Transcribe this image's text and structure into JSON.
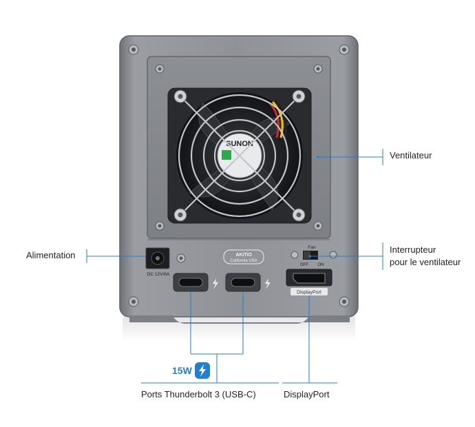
{
  "labels": {
    "fan": "Ventilateur",
    "power": "Alimentation",
    "switch_line1": "Interrupteur",
    "switch_line2": "pour le ventilateur",
    "thunderbolt": "Ports Thunderbolt 3 (USB-C)",
    "displayport": "DisplayPort"
  },
  "badge": {
    "text": "15W",
    "icon": "thunderbolt-icon"
  },
  "device": {
    "brand": "AKiTiO",
    "brand_sub": "California USA",
    "dc_label": "DC 12V/6A",
    "fan_label": "Fan",
    "fan_off": "OFF",
    "fan_on": "ON",
    "dp_label": "DisplayPort",
    "fan_brand": "SUNON"
  },
  "colors": {
    "chassis": "#8a8d93",
    "chassis_dark": "#5b5e63",
    "leader": "#1f7fd3",
    "accent": "#1f7fd3"
  }
}
